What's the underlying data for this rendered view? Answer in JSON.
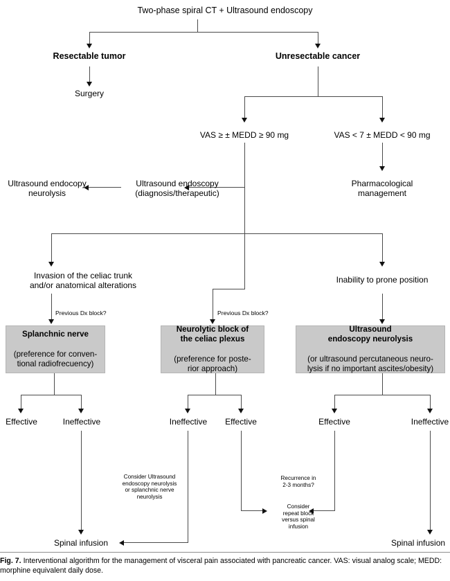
{
  "figure": {
    "number": "Fig. 7.",
    "caption": "Interventional algorithm for the management of visceral pain associated with pancreatic cancer. VAS: visual analog scale; MEDD: morphine equivalent daily dose."
  },
  "colors": {
    "box_fill": "#c9c9c9",
    "box_border": "#b4b4b4",
    "line": "#4a4a4a",
    "arrow": "#111111",
    "background": "#ffffff",
    "text": "#000000"
  },
  "diagram": {
    "type": "flowchart",
    "root": "Two-phase spiral CT + Ultrasound endoscopy",
    "nodes": {
      "root": "Two-phase spiral CT + Ultrasound endoscopy",
      "resectable": "Resectable tumor",
      "surgery": "Surgery",
      "unresectable": "Unresectable cancer",
      "vas_high": "VAS ≥ ± MEDD ≥ 90 mg",
      "vas_low": "VAS < 7 ± MEDD < 90 mg",
      "us_endoscopy": "Ultrasound endoscopy\n(diagnosis/therapeutic)",
      "us_neurolysis": "Ultrasound endocopy\nneurolysis",
      "pharmacological": "Pharmacological\nmanagement",
      "invasion": "Invasion of the celiac trunk\nand/or anatomical alterations",
      "inability": "Inability to prone position",
      "dx_block_left": "Previous Dx block?",
      "dx_block_mid": "Previous Dx block?",
      "box_splanchnic_head": "Splanchnic nerve",
      "box_splanchnic_sub": "(preference for conven-\ntional radiofrecuency)",
      "box_celiac_head": "Neurolytic block of\nthe celiac plexus",
      "box_celiac_sub": "(preference for poste-\nrior approach)",
      "box_usendo_head": "Ultrasound\nendoscopy neurolysis",
      "box_usendo_sub": "(or ultrasound percutaneous neuro-\nlysis if no important ascites/obesity)",
      "eff_l1": "Effective",
      "ineff_l2": "Ineffective",
      "ineff_m1": "Ineffective",
      "eff_m2": "Effective",
      "eff_r1": "Effective",
      "ineff_r2": "Ineffective",
      "consider_us": "Consider Ultrasound\nendoscopy neurolysis\nor splanchnic nerve\nneurolysis",
      "recurrence": "Recurrence in\n2-3 months?",
      "consider_repeat": "Consider\nrepeat block\nversus spinal\ninfusion",
      "spinal_left": "Spinal infusion",
      "spinal_right": "Spinal infusion"
    },
    "edges": [
      {
        "from": "root",
        "to": "resectable"
      },
      {
        "from": "root",
        "to": "unresectable"
      },
      {
        "from": "resectable",
        "to": "surgery"
      },
      {
        "from": "unresectable",
        "to": "vas_high"
      },
      {
        "from": "unresectable",
        "to": "vas_low"
      },
      {
        "from": "vas_high",
        "to": "us_endoscopy"
      },
      {
        "from": "us_endoscopy",
        "to": "us_neurolysis"
      },
      {
        "from": "vas_low",
        "to": "pharmacological"
      },
      {
        "from": "vas_high",
        "to": "invasion"
      },
      {
        "from": "vas_high",
        "to": "inability"
      },
      {
        "from": "vas_high",
        "to": "box_celiac_head",
        "label": "Previous Dx block?"
      },
      {
        "from": "invasion",
        "to": "box_splanchnic_head",
        "label": "Previous Dx block?"
      },
      {
        "from": "inability",
        "to": "box_usendo_head"
      },
      {
        "from": "box_splanchnic_head",
        "to": "eff_l1"
      },
      {
        "from": "box_splanchnic_head",
        "to": "ineff_l2"
      },
      {
        "from": "box_celiac_head",
        "to": "ineff_m1"
      },
      {
        "from": "box_celiac_head",
        "to": "eff_m2"
      },
      {
        "from": "box_usendo_head",
        "to": "eff_r1"
      },
      {
        "from": "box_usendo_head",
        "to": "ineff_r2"
      },
      {
        "from": "ineff_l2",
        "to": "spinal_left"
      },
      {
        "from": "ineff_m1",
        "to": "spinal_left",
        "label": "Consider Ultrasound endoscopy neurolysis or splanchnic nerve neurolysis"
      },
      {
        "from": "eff_m2",
        "to": "consider_repeat"
      },
      {
        "from": "eff_r1",
        "to": "consider_repeat",
        "label": "Recurrence in 2-3 months?"
      },
      {
        "from": "ineff_r2",
        "to": "spinal_right"
      }
    ]
  }
}
